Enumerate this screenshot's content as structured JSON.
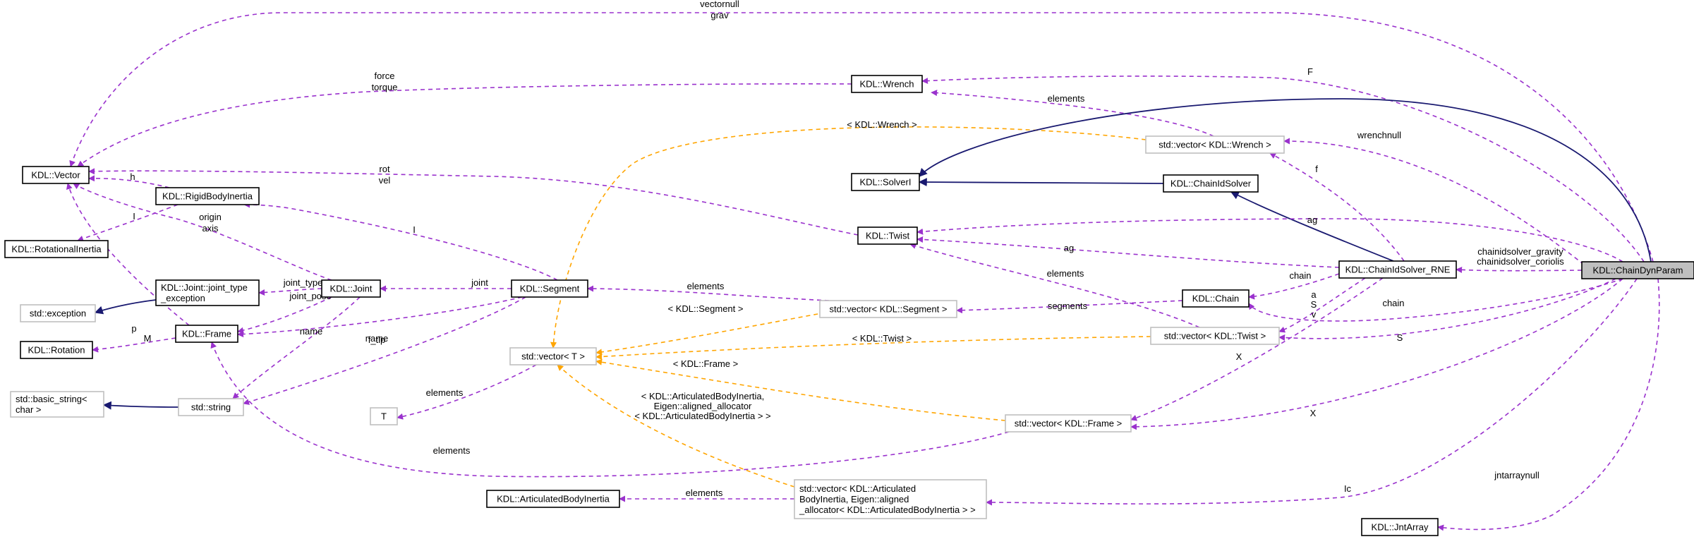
{
  "nodes": [
    {
      "id": "chaindynparam",
      "style": "hl",
      "lines": [
        "KDL::ChainDynParam"
      ]
    },
    {
      "id": "vector",
      "style": "solid",
      "lines": [
        "KDL::Vector"
      ]
    },
    {
      "id": "rotationalinertia",
      "style": "solid",
      "lines": [
        "KDL::RotationalInertia"
      ]
    },
    {
      "id": "rigidbodyinertia",
      "style": "solid",
      "lines": [
        "KDL::RigidBodyInertia"
      ]
    },
    {
      "id": "exception",
      "style": "gray",
      "lines": [
        "std::exception"
      ]
    },
    {
      "id": "rotation",
      "style": "solid",
      "lines": [
        "KDL::Rotation"
      ]
    },
    {
      "id": "basic_string",
      "style": "gray",
      "lines": [
        "std::basic_string<",
        "char >"
      ]
    },
    {
      "id": "joint_type_exception",
      "style": "solid",
      "lines": [
        "KDL::Joint::joint_type",
        "_exception"
      ]
    },
    {
      "id": "frame",
      "style": "solid",
      "lines": [
        "KDL::Frame"
      ]
    },
    {
      "id": "string",
      "style": "gray",
      "lines": [
        "std::string"
      ]
    },
    {
      "id": "joint",
      "style": "solid",
      "lines": [
        "KDL::Joint"
      ]
    },
    {
      "id": "segment",
      "style": "solid",
      "lines": [
        "KDL::Segment"
      ]
    },
    {
      "id": "T",
      "style": "gray",
      "lines": [
        "T"
      ]
    },
    {
      "id": "stdvector_T",
      "style": "gray",
      "lines": [
        "std::vector< T >"
      ]
    },
    {
      "id": "abinertia",
      "style": "solid",
      "lines": [
        "KDL::ArticulatedBodyInertia"
      ]
    },
    {
      "id": "wrench",
      "style": "solid",
      "lines": [
        "KDL::Wrench"
      ]
    },
    {
      "id": "solveri",
      "style": "solid",
      "lines": [
        "KDL::SolverI"
      ]
    },
    {
      "id": "twist",
      "style": "solid",
      "lines": [
        "KDL::Twist"
      ]
    },
    {
      "id": "vec_segment",
      "style": "gray",
      "lines": [
        "std::vector< KDL::Segment >"
      ]
    },
    {
      "id": "vec_frame",
      "style": "gray",
      "lines": [
        "std::vector< KDL::Frame >"
      ]
    },
    {
      "id": "vec_abinertia",
      "style": "gray",
      "lines": [
        "std::vector< KDL::Articulated",
        "BodyInertia, Eigen::aligned",
        "_allocator< KDL::ArticulatedBodyInertia > >"
      ]
    },
    {
      "id": "vec_wrench",
      "style": "gray",
      "lines": [
        "std::vector< KDL::Wrench >"
      ]
    },
    {
      "id": "chainidsolver",
      "style": "solid",
      "lines": [
        "KDL::ChainIdSolver"
      ]
    },
    {
      "id": "chain",
      "style": "solid",
      "lines": [
        "KDL::Chain"
      ]
    },
    {
      "id": "vec_twist",
      "style": "gray",
      "lines": [
        "std::vector< KDL::Twist >"
      ]
    },
    {
      "id": "chainidsolver_rne",
      "style": "solid",
      "lines": [
        "KDL::ChainIdSolver_RNE"
      ]
    },
    {
      "id": "jntarray",
      "style": "solid",
      "lines": [
        "KDL::JntArray"
      ]
    }
  ],
  "edges": [
    {
      "id": "e1",
      "kind": "usage",
      "from": "chaindynparam",
      "to": "vector",
      "labels": [
        "vectornull",
        "grav"
      ]
    },
    {
      "id": "e2",
      "kind": "usage",
      "from": "wrench",
      "to": "vector",
      "labels": [
        "force",
        "torque"
      ]
    },
    {
      "id": "e3",
      "kind": "usage",
      "from": "twist",
      "to": "vector",
      "labels": [
        "rot",
        "vel"
      ]
    },
    {
      "id": "e4",
      "kind": "usage",
      "from": "rigidbodyinertia",
      "to": "vector",
      "labels": [
        "h"
      ]
    },
    {
      "id": "e5",
      "kind": "usage",
      "from": "rigidbodyinertia",
      "to": "rotationalinertia",
      "labels": [
        "I"
      ]
    },
    {
      "id": "e6",
      "kind": "usage",
      "from": "frame",
      "to": "vector",
      "labels": [
        "p"
      ]
    },
    {
      "id": "e7",
      "kind": "usage",
      "from": "joint",
      "to": "vector",
      "labels": [
        "origin",
        "axis"
      ]
    },
    {
      "id": "e8",
      "kind": "usage",
      "from": "segment",
      "to": "rigidbodyinertia",
      "labels": [
        "I"
      ]
    },
    {
      "id": "e9",
      "kind": "inherit",
      "from": "joint_type_exception",
      "to": "exception",
      "labels": []
    },
    {
      "id": "e10",
      "kind": "usage",
      "from": "joint",
      "to": "joint_type_exception",
      "labels": [
        "joint_type_ex"
      ]
    },
    {
      "id": "e11",
      "kind": "usage",
      "from": "joint",
      "to": "frame",
      "labels": [
        "joint_pose"
      ]
    },
    {
      "id": "e12",
      "kind": "usage",
      "from": "frame",
      "to": "rotation",
      "labels": [
        "M"
      ]
    },
    {
      "id": "e13",
      "kind": "inherit",
      "from": "string",
      "to": "basic_string",
      "labels": []
    },
    {
      "id": "e14",
      "kind": "usage",
      "from": "joint",
      "to": "string",
      "labels": [
        "name"
      ]
    },
    {
      "id": "e15",
      "kind": "usage",
      "from": "segment",
      "to": "joint",
      "labels": [
        "joint"
      ]
    },
    {
      "id": "e16",
      "kind": "usage",
      "from": "segment",
      "to": "frame",
      "labels": [
        "f_tip"
      ]
    },
    {
      "id": "e17",
      "kind": "usage",
      "from": "segment",
      "to": "string",
      "labels": [
        "name"
      ]
    },
    {
      "id": "e18",
      "kind": "usage",
      "from": "stdvector_T",
      "to": "T",
      "labels": [
        "elements"
      ]
    },
    {
      "id": "e19",
      "kind": "usage",
      "from": "vec_frame",
      "to": "frame",
      "labels": [
        "elements"
      ]
    },
    {
      "id": "e20",
      "kind": "usage",
      "from": "vec_abinertia",
      "to": "abinertia",
      "labels": [
        "elements"
      ]
    },
    {
      "id": "e21",
      "kind": "usage",
      "from": "vec_segment",
      "to": "segment",
      "labels": [
        "elements"
      ]
    },
    {
      "id": "e22",
      "kind": "tmpl",
      "from": "vec_segment",
      "to": "stdvector_T",
      "labels": [
        "< KDL::Segment >"
      ]
    },
    {
      "id": "e23",
      "kind": "tmpl",
      "from": "vec_twist",
      "to": "stdvector_T",
      "labels": [
        "< KDL::Twist >"
      ]
    },
    {
      "id": "e24",
      "kind": "tmpl",
      "from": "vec_frame",
      "to": "stdvector_T",
      "labels": [
        "< KDL::Frame >"
      ]
    },
    {
      "id": "e25",
      "kind": "tmpl",
      "from": "vec_abinertia",
      "to": "stdvector_T",
      "labels": [
        "< KDL::ArticulatedBodyInertia,",
        "Eigen::aligned_allocator",
        "< KDL::ArticulatedBodyInertia > >"
      ]
    },
    {
      "id": "e26",
      "kind": "tmpl",
      "from": "vec_wrench",
      "to": "stdvector_T",
      "labels": [
        "< KDL::Wrench >"
      ]
    },
    {
      "id": "e27",
      "kind": "usage",
      "from": "vec_wrench",
      "to": "wrench",
      "labels": [
        "elements"
      ]
    },
    {
      "id": "e28",
      "kind": "usage",
      "from": "chaindynparam",
      "to": "wrench",
      "labels": [
        "F"
      ]
    },
    {
      "id": "e29",
      "kind": "inherit",
      "from": "chaindynparam",
      "to": "solveri",
      "labels": []
    },
    {
      "id": "e30",
      "kind": "inherit",
      "from": "chainidsolver",
      "to": "solveri",
      "labels": []
    },
    {
      "id": "e31",
      "kind": "inherit",
      "from": "chainidsolver_rne",
      "to": "chainidsolver",
      "labels": []
    },
    {
      "id": "e32",
      "kind": "usage",
      "from": "chaindynparam",
      "to": "vec_wrench",
      "labels": [
        "wrenchnull"
      ]
    },
    {
      "id": "e33",
      "kind": "usage",
      "from": "chainidsolver_rne",
      "to": "vec_wrench",
      "labels": [
        "f"
      ]
    },
    {
      "id": "e34",
      "kind": "usage",
      "from": "chaindynparam",
      "to": "twist",
      "labels": [
        "ag"
      ]
    },
    {
      "id": "e35",
      "kind": "usage",
      "from": "chainidsolver_rne",
      "to": "twist",
      "labels": [
        "ag"
      ]
    },
    {
      "id": "e36",
      "kind": "usage",
      "from": "vec_twist",
      "to": "twist",
      "labels": [
        "elements"
      ]
    },
    {
      "id": "e37",
      "kind": "usage",
      "from": "chain",
      "to": "vec_segment",
      "labels": [
        "segments"
      ]
    },
    {
      "id": "e38",
      "kind": "usage",
      "from": "chainidsolver_rne",
      "to": "chain",
      "labels": [
        "chain"
      ]
    },
    {
      "id": "e39",
      "kind": "usage",
      "from": "chaindynparam",
      "to": "chain",
      "labels": [
        "chain"
      ]
    },
    {
      "id": "e40",
      "kind": "usage",
      "from": "chainidsolver_rne",
      "to": "vec_twist",
      "labels": [
        "a",
        "S",
        "v"
      ]
    },
    {
      "id": "e41",
      "kind": "usage",
      "from": "chaindynparam",
      "to": "vec_twist",
      "labels": [
        "S"
      ]
    },
    {
      "id": "e42",
      "kind": "usage",
      "from": "chainidsolver_rne",
      "to": "vec_frame",
      "labels": [
        "X"
      ]
    },
    {
      "id": "e43",
      "kind": "usage",
      "from": "chaindynparam",
      "to": "vec_frame",
      "labels": [
        "X"
      ]
    },
    {
      "id": "e44",
      "kind": "usage",
      "from": "chaindynparam",
      "to": "vec_abinertia",
      "labels": [
        "Ic"
      ]
    },
    {
      "id": "e45",
      "kind": "usage",
      "from": "chaindynparam",
      "to": "chainidsolver_rne",
      "labels": [
        "chainidsolver_gravity",
        "chainidsolver_coriolis"
      ]
    },
    {
      "id": "e46",
      "kind": "usage",
      "from": "chaindynparam",
      "to": "jntarray",
      "labels": [
        "jntarraynull"
      ]
    }
  ],
  "colors": {
    "usage_edge": "#9a32cd",
    "template_edge": "#ffa500",
    "inheritance_edge": "#191970",
    "highlight_fill": "#bfbfbf",
    "gray_border": "#bfbfbf"
  }
}
